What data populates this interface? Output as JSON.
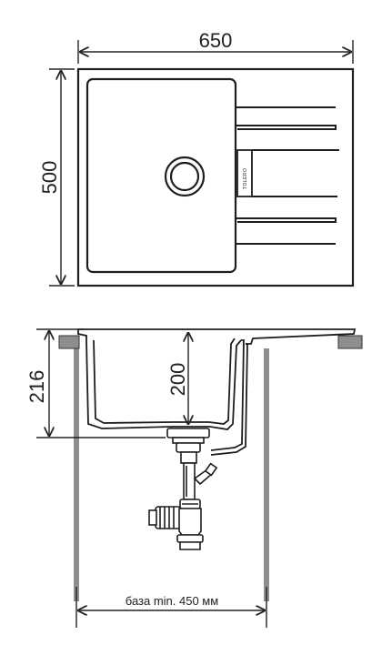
{
  "top_view": {
    "width_label": "650",
    "height_label": "500",
    "brand_mark": "TOLERO"
  },
  "side_view": {
    "height_label": "216",
    "bowl_depth_label": "200",
    "base_label": "база min. 450 мм"
  },
  "colors": {
    "line": "#1e1e1e",
    "wall": "#8e8e8e",
    "dim": "#222222"
  }
}
